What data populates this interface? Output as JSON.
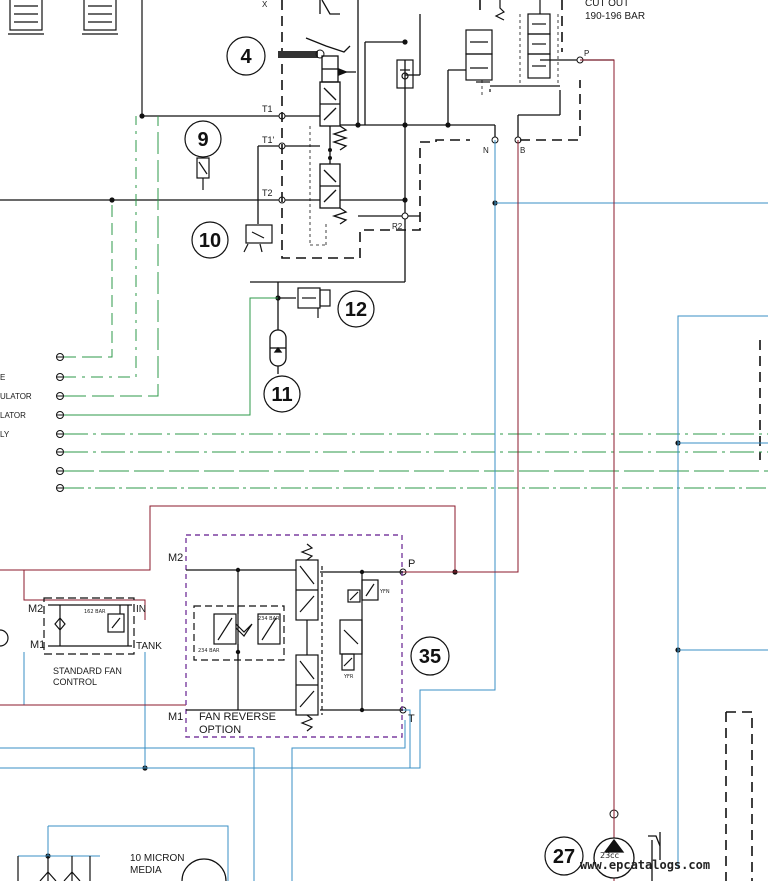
{
  "top_right": {
    "cutout_title": "CUT OUT",
    "cutout_range": "190-196 BAR",
    "port_x": "X",
    "port_p": "P",
    "port_n": "N",
    "port_b": "B"
  },
  "valve_ports": {
    "t1": "T1",
    "t1_prime": "T1'",
    "t2": "T2",
    "r2": "R2"
  },
  "callouts": {
    "c4": "4",
    "c9": "9",
    "c10": "10",
    "c11": "11",
    "c12": "12",
    "c35": "35",
    "c27": "27"
  },
  "left_line_labels": [
    "E",
    "ULATOR",
    "LATOR",
    "LY"
  ],
  "standard_fan": {
    "m2": "M2",
    "m1": "M1",
    "in": "IN",
    "tank": "TANK",
    "relief": "162 BAR",
    "title_line1": "STANDARD FAN",
    "title_line2": "CONTROL"
  },
  "fan_reverse": {
    "m2": "M2",
    "m1": "M1",
    "p": "P",
    "t": "T",
    "relief_a": "234 BAR",
    "relief_b": "234 BAR",
    "yfn": "YFN",
    "yfr": "YFR",
    "title_line1": "FAN REVERSE",
    "title_line2": "OPTION"
  },
  "filter": {
    "title_line1": "10 MICRON",
    "title_line2": "MEDIA"
  },
  "pump": {
    "displacement": "23cc"
  },
  "watermark": "www.epcatalogs.com",
  "colors": {
    "pressure_line": "#8b1a2b",
    "return_line": "#3a8fc4",
    "pilot_line": "#2e9a4a",
    "option_box": "#7b3fa0",
    "ink": "#111111"
  }
}
